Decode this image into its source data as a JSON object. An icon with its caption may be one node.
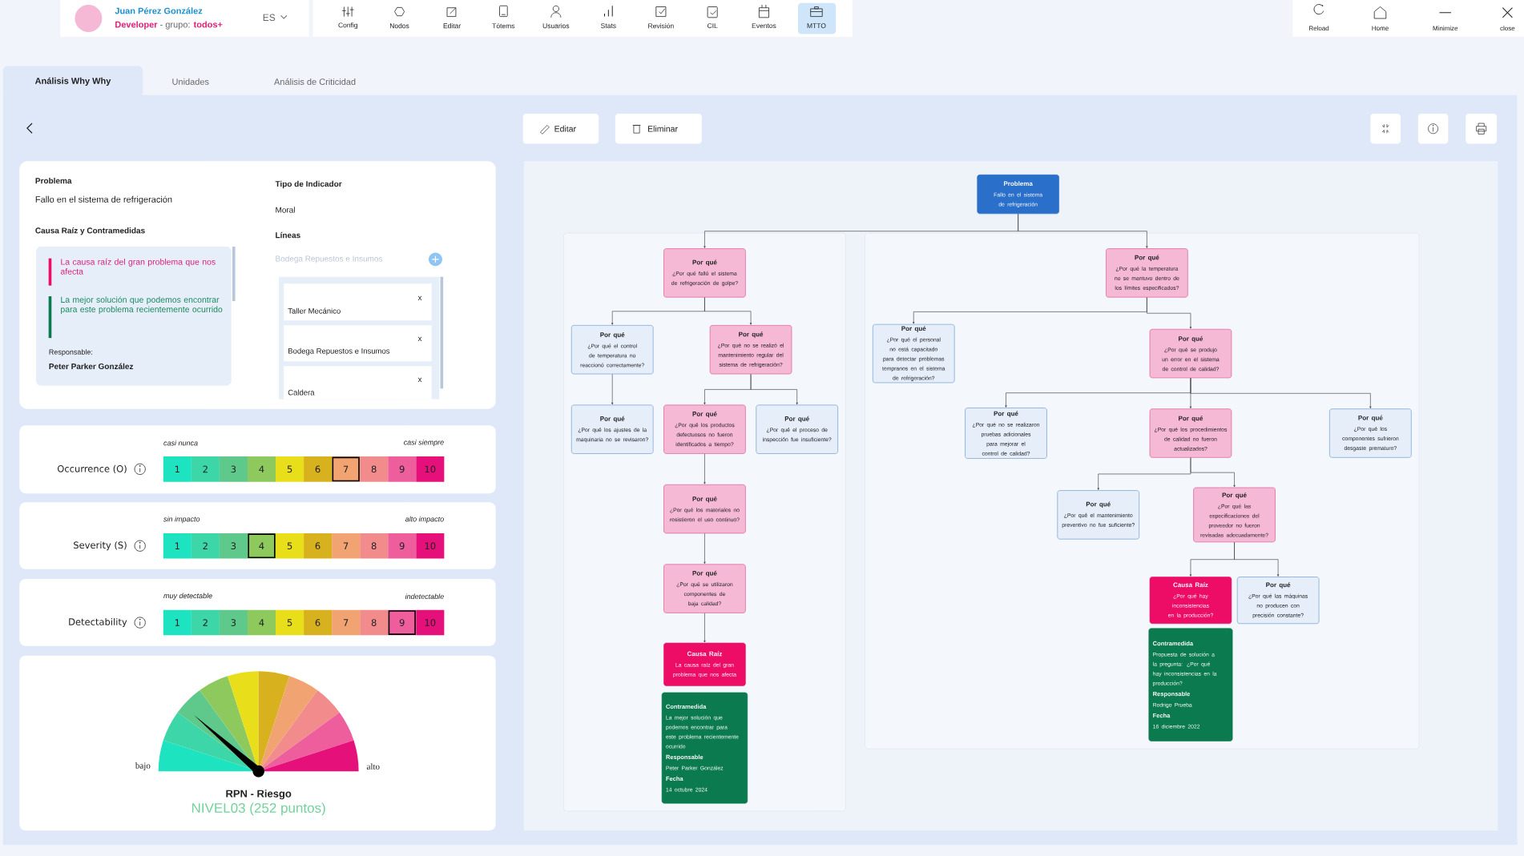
{
  "diagram": {
    "nodes": [
      {
        "text": [
          "Problema",
          "Fallo en el sistema de refrigeración"
        ]
      },
      {
        "text": [],
        "shape": "box"
      },
      {
        "text": [],
        "shape": "box"
      },
      {
        "text": [
          "Por qué",
          "¿Por qué falló el sistema de refrigeración de golpe?"
        ],
        "in": 1
      },
      {
        "text": [
          "Por qué",
          "¿Por qué el control de temperatura no reaccionó correctamente?"
        ],
        "in": 1
      },
      {
        "text": [
          "Por qué",
          "¿Por qué no se realizó el mantenimiento regular del sistema de refrigeración?"
        ],
        "in": 1
      },
      {
        "text": [
          "Por qué",
          "¿Por qué los ajustes de la maquinaria no se revisaron?"
        ],
        "in": 1
      },
      {
        "text": [
          "Por qué",
          "¿Por qué los productos defectuosos no fueron identificados a tiempo?"
        ],
        "in": 1
      },
      {
        "text": [
          "Por qué",
          "¿Por qué el proceso de inspección fue insuficiente?"
        ],
        "in": 1
      },
      {
        "text": [
          "Por qué",
          "¿Por qué los materiales no resistieron el uso continuo?"
        ],
        "in": 1
      },
      {
        "text": [
          "Por qué",
          "¿Por qué se utilizaron componentes de baja calidad?"
        ],
        "in": 1
      },
      {
        "text": [
          "Causa Raíz",
          "La causa raíz del gran problema que nos afecta"
        ],
        "in": 1
      },
      {
        "text": [
          "Contramedida",
          "La mejor solución que podemos encontrar para este problema recientemente ocurrido",
          "Responsable",
          "Peter Parker González",
          "Fecha",
          "14 octubre 2024"
        ],
        "in": 1
      },
      {
        "text": [
          "Por qué",
          "¿Por qué la temperatura no se mantuvo dentro de los límites especificados?"
        ],
        "in": 2
      },
      {
        "text": [
          "Por qué",
          "¿Por qué el personal no está capacitado para detectar problemas tempranos en el sistema de refrigeración?"
        ],
        "in": 2
      },
      {
        "text": [
          "Por qué",
          "¿Por qué se produjo un error en el sistema de control de calidad?"
        ],
        "in": 2
      },
      {
        "text": [
          "Por qué",
          "¿Por qué no se realizaron pruebas adicionales para mejorar el control de calidad?"
        ],
        "in": 2
      },
      {
        "text": [
          "Por qué",
          "¿Por qué los procedimientos de calidad no fueron actualizados?"
        ],
        "in": 2
      },
      {
        "text": [
          "Por qué",
          "¿Por qué los componentes sufrieron desgaste prematuro?"
        ],
        "in": 2
      },
      {
        "text": [
          "Por qué",
          "¿Por qué el mantenimiento preventivo no fue suficiente?"
        ],
        "in": 2
      },
      {
        "text": [
          "Por qué",
          "¿Por qué las especificaciones del proveedor no fueron revisadas adecuadamente?"
        ],
        "in": 2
      },
      {
        "text": [
          "Causa Raíz",
          "¿Por qué hay inconsistencias en la producción?"
        ],
        "in": 2
      },
      {
        "text": [
          "Por qué",
          "¿Por qué las máquinas no producen con precisión constante?"
        ],
        "in": 2
      },
      {
        "text": [
          "Contramedida",
          "Propuesta de solución a la pregunta: ¿Por qué hay inconsistencias en la producción?",
          "Responsable",
          "Rodrigo Prueba",
          "Fecha",
          "16 diciembre 2022"
        ],
        "in": 2
      }
    ],
    "edges": [
      {
        "from": 0,
        "to": 3,
        "arrow": "to"
      },
      {
        "from": 0,
        "to": 13,
        "arrow": "to"
      },
      {
        "from": 3,
        "to": 4,
        "arrow": "to"
      },
      {
        "from": 3,
        "to": 5,
        "arrow": "to"
      },
      {
        "from": 4,
        "to": 6,
        "arrow": "to"
      },
      {
        "from": 5,
        "to": 7,
        "arrow": "to"
      },
      {
        "from": 5,
        "to": 8,
        "arrow": "to"
      },
      {
        "from": 7,
        "to": 9,
        "arrow": "to"
      },
      {
        "from": 9,
        "to": 10,
        "arrow": "to"
      },
      {
        "from": 10,
        "to": 11,
        "arrow": "to"
      },
      {
        "from": 13,
        "to": 14,
        "arrow": "to"
      },
      {
        "from": 13,
        "to": 15,
        "arrow": "to"
      },
      {
        "from": 15,
        "to": 16,
        "arrow": "to"
      },
      {
        "from": 15,
        "to": 17,
        "arrow": "to"
      },
      {
        "from": 15,
        "to": 18,
        "arrow": "to"
      },
      {
        "from": 17,
        "to": 19,
        "arrow": "to"
      },
      {
        "from": 17,
        "to": 20,
        "arrow": "to"
      },
      {
        "from": 20,
        "to": 21,
        "arrow": "to"
      },
      {
        "from": 20,
        "to": 22,
        "arrow": "to"
      }
    ],
    "labels": [
      "Juan Pérez González",
      "Developer",
      "- grupo:",
      "todos+",
      "ES",
      "Config",
      "Nodos",
      "Editar",
      "Tótems",
      "Usuarios",
      "Stats",
      "Revisión",
      "CIL",
      "Eventos",
      "MTTO",
      "Reload",
      "Home",
      "Minimize",
      "close",
      "Análisis Why Why",
      "Unidades",
      "Análisis de Criticidad",
      "Editar",
      "Eliminar",
      "Problema",
      "Fallo en el sistema de refrigeración",
      "Causa Raíz y Contramedidas",
      "La causa raíz del gran problema que nos afecta",
      "La mejor solución que podemos encontrar para este problema recientemente ocurrido",
      "Responsable:",
      "Peter Parker González",
      "Tipo de Indicador",
      "Moral",
      "Líneas",
      "Bodega Repuestos e Insumos",
      "x",
      "Taller Mecánico",
      "x",
      "Bodega Repuestos e Insumos",
      "x",
      "Caldera",
      "casi nunca",
      "casi siempre",
      "Occurrence (O)",
      "1",
      "2",
      "3",
      "4",
      "5",
      "6",
      "7",
      "8",
      "9",
      "10",
      "sin impacto",
      "alto impacto",
      "Severity (S)",
      "1",
      "2",
      "3",
      "4",
      "5",
      "6",
      "7",
      "8",
      "9",
      "10",
      "muy detectable",
      "indetectable",
      "Detectability",
      "1",
      "2",
      "3",
      "4",
      "5",
      "6",
      "7",
      "8",
      "9",
      "10",
      "bajo",
      "alto",
      "RPN - Riesgo",
      "NIVEL03 (252 puntos)"
    ]
  }
}
